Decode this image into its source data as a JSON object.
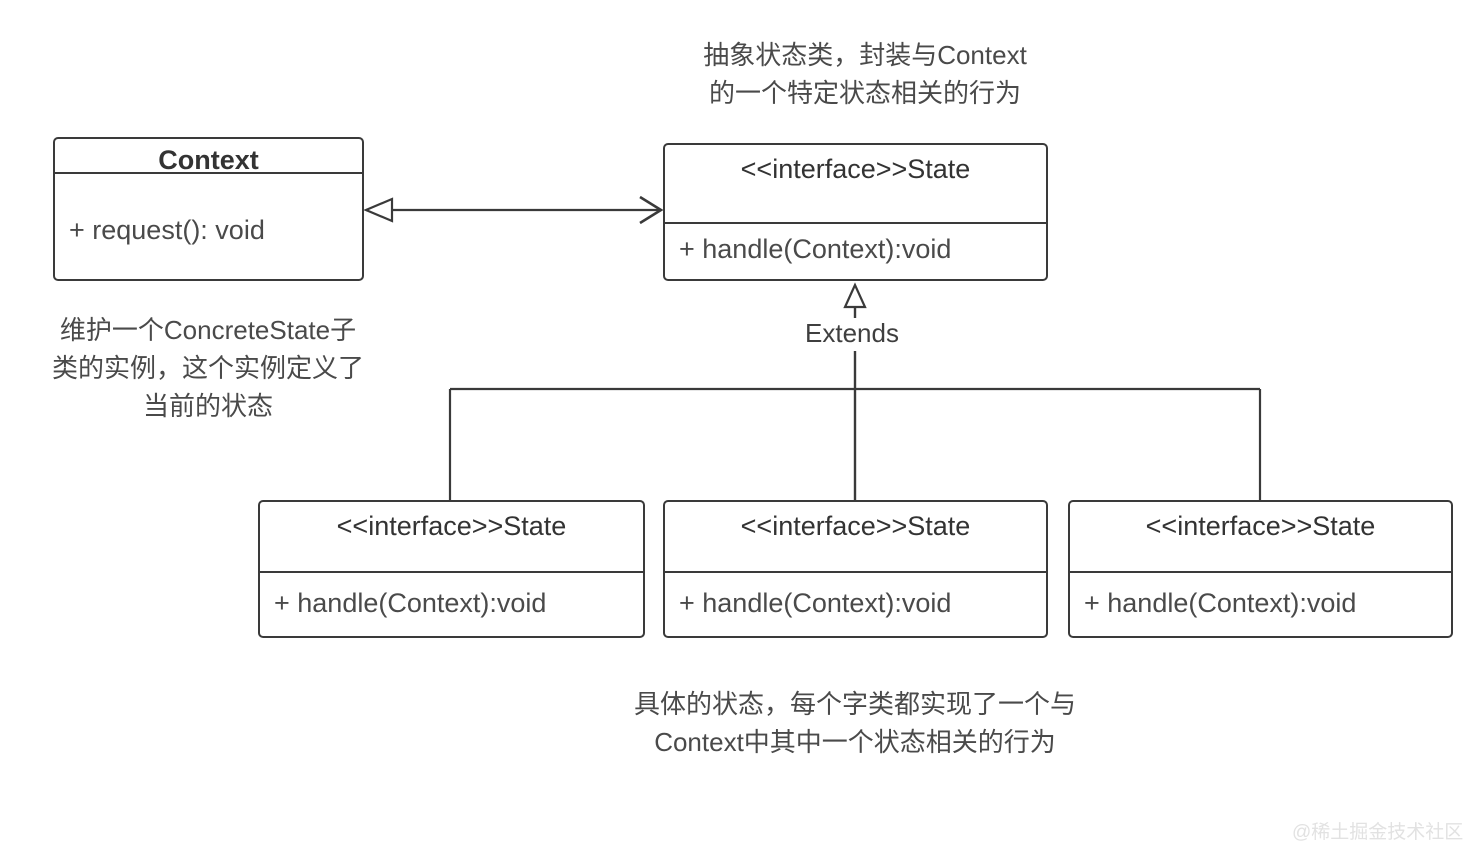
{
  "diagram": {
    "title": "State Pattern UML Class Diagram",
    "stroke_color": "#3a3a3a",
    "text_color": "#4a4a4a",
    "background": "#ffffff"
  },
  "notes": {
    "state_note": "抽象状态类，封装与Context\n的一个特定状态相关的行为",
    "context_note": "维护一个ConcreteState子\n类的实例，这个实例定义了\n当前的状态",
    "concrete_note": "具体的状态，每个字类都实现了一个与\nContext中其中一个状态相关的行为"
  },
  "classes": {
    "context": {
      "name": "Context",
      "members": [
        "+ request(): void"
      ]
    },
    "state": {
      "name": "<<interface>>State",
      "members": [
        "+ handle(Context):void"
      ]
    },
    "concrete_states": [
      {
        "name": "<<interface>>State",
        "members": [
          "+ handle(Context):void"
        ]
      },
      {
        "name": "<<interface>>State",
        "members": [
          "+ handle(Context):void"
        ]
      },
      {
        "name": "<<interface>>State",
        "members": [
          "+ handle(Context):void"
        ]
      }
    ]
  },
  "edges": {
    "extends_label": "Extends"
  },
  "watermark": {
    "text": "@稀土掘金技术社区"
  }
}
